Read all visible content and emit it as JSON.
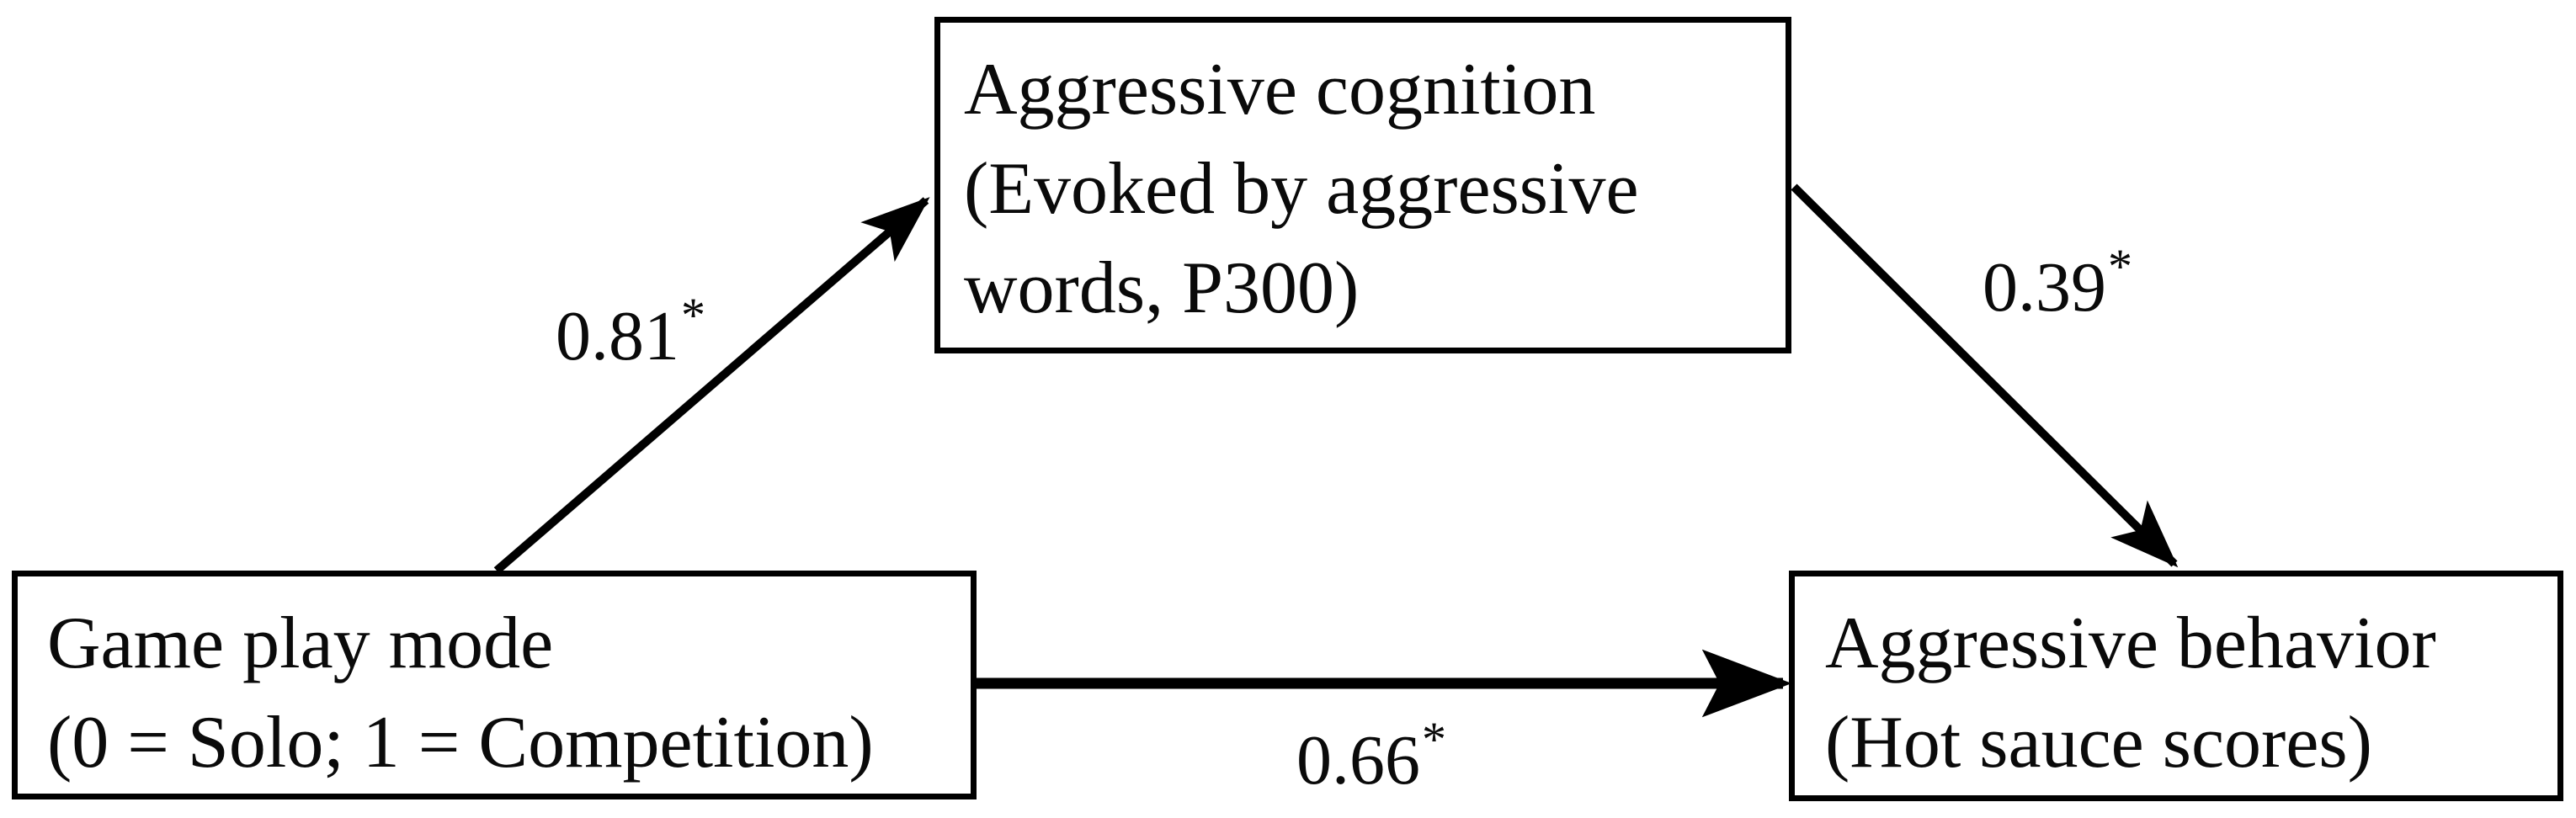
{
  "diagram": {
    "type": "mediation-path-model",
    "background_color": "#ffffff",
    "stroke_color": "#000000",
    "text_color": "#0a0a0a",
    "nodes": {
      "predictor": {
        "name": "Game play mode",
        "line1": "Game play mode",
        "line2": "(0 = Solo; 1 = Competition)"
      },
      "mediator": {
        "name": "Aggressive cognition",
        "line1": "Aggressive cognition",
        "line2": "(Evoked by aggressive",
        "line3": "words, P300)"
      },
      "outcome": {
        "name": "Aggressive behavior",
        "line1": "Aggressive behavior",
        "line2": "(Hot sauce scores)"
      }
    },
    "paths": [
      {
        "id": "a",
        "from": "predictor",
        "to": "mediator",
        "coefficient": "0.81",
        "significance": "*",
        "label": "0.81*"
      },
      {
        "id": "b",
        "from": "mediator",
        "to": "outcome",
        "coefficient": "0.39",
        "significance": "*",
        "label": "0.39*"
      },
      {
        "id": "c",
        "from": "predictor",
        "to": "outcome",
        "coefficient": "0.66",
        "significance": "*",
        "label": "0.66*"
      }
    ]
  }
}
